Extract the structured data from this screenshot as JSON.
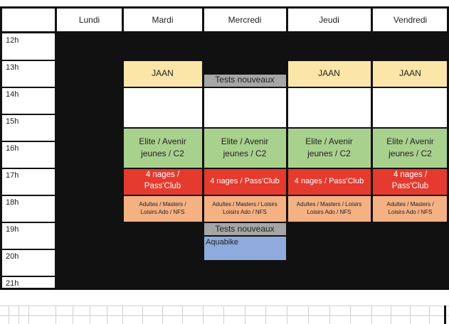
{
  "days": [
    "Lundi",
    "Mardi",
    "Mercredi",
    "Jeudi",
    "Vendredi"
  ],
  "hours": [
    "12h",
    "13h",
    "14h",
    "15h",
    "16h",
    "17h",
    "18h",
    "19h",
    "20h",
    "21h"
  ],
  "sessions": {
    "jaan": "JAAN",
    "tests": "Tests nouveaux",
    "elite_line1": "Elite / Avenir",
    "elite_line2": "jeunes / C2",
    "quatre_nages_line1": "4 nages /",
    "quatre_nages_line2": "Pass'Club",
    "quatre_nages_single": "4 nages / Pass'Club",
    "adultes_line1": "Adultes / Masters / Loisirs",
    "adultes_line2": "Loisirs Ado / NFS",
    "adultes_alt_line1": "Adultes / Masters /",
    "adultes_alt_line2": "Loisirs Ado / NFS",
    "aquabike": "Aquabike"
  },
  "colors": {
    "jaan": "#fbe5a7",
    "tests": "#a6a6a6",
    "elite": "#a9d18e",
    "quatre_nages": "#e53a2e",
    "adultes": "#f4b183",
    "aquabike": "#8faadc"
  }
}
